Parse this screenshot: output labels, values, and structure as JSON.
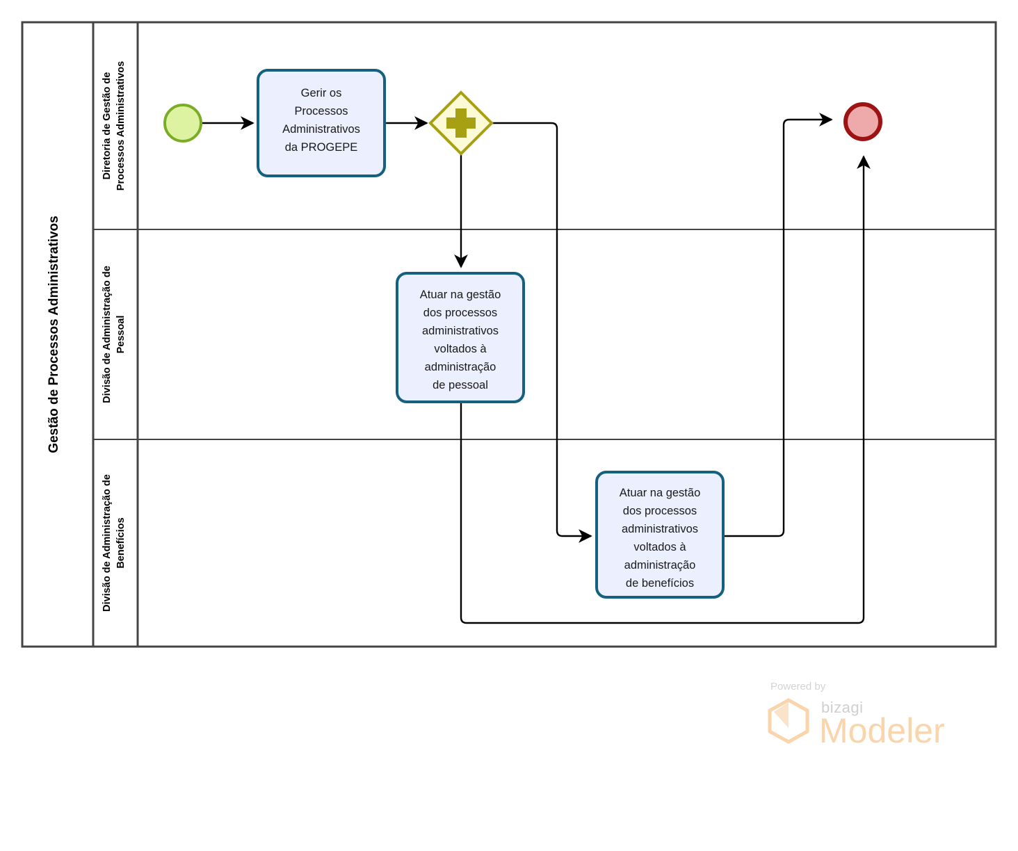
{
  "diagram": {
    "type": "bpmn-process-diagram",
    "pool": {
      "title": "Gestão de Processos Administrativos"
    },
    "lanes": [
      {
        "id": "lane-diretoria",
        "label": "Diretoria de Gestão de Processos Administrativos"
      },
      {
        "id": "lane-pessoal",
        "label": "Divisão de Administração de Pessoal"
      },
      {
        "id": "lane-beneficios",
        "label": "Divisão de Administração de Benefícios"
      }
    ],
    "events": [
      {
        "id": "start-event",
        "kind": "start-event",
        "lane": "lane-diretoria",
        "fill": "#ddf3a2",
        "stroke": "#7aac26"
      },
      {
        "id": "end-event",
        "kind": "end-event",
        "lane": "lane-diretoria",
        "fill": "#eeaaaa",
        "stroke": "#9d1212"
      }
    ],
    "gateways": [
      {
        "id": "parallel-gateway",
        "kind": "parallel-gateway",
        "lane": "lane-diretoria",
        "symbol": "plus",
        "fill": "#fdfbd5",
        "stroke": "#a8a013"
      }
    ],
    "tasks": [
      {
        "id": "task-gerir-processos",
        "lane": "lane-diretoria",
        "lines": [
          "Gerir os",
          "Processos",
          "Administrativos",
          "da PROGEPE"
        ],
        "text": "Gerir os Processos Administrativos da PROGEPE"
      },
      {
        "id": "task-gestao-pessoal",
        "lane": "lane-pessoal",
        "lines": [
          "Atuar na gestão",
          "dos processos",
          "administrativos",
          "voltados à",
          "administração",
          "de pessoal"
        ],
        "text": "Atuar na gestão dos processos administrativos voltados à administração de pessoal"
      },
      {
        "id": "task-gestao-beneficios",
        "lane": "lane-beneficios",
        "lines": [
          "Atuar na gestão",
          "dos processos",
          "administrativos",
          "voltados à",
          "administração",
          "de benefícios"
        ],
        "text": "Atuar na gestão dos processos administrativos voltados à administração de benefícios"
      }
    ],
    "flows": [
      {
        "id": "flow-start-to-gerir",
        "from": "start-event",
        "to": "task-gerir-processos"
      },
      {
        "id": "flow-gerir-to-gateway",
        "from": "task-gerir-processos",
        "to": "parallel-gateway"
      },
      {
        "id": "flow-gateway-to-pessoal",
        "from": "parallel-gateway",
        "to": "task-gestao-pessoal"
      },
      {
        "id": "flow-gateway-to-beneficios",
        "from": "parallel-gateway",
        "to": "task-gestao-beneficios"
      },
      {
        "id": "flow-beneficios-to-end",
        "from": "task-gestao-beneficios",
        "to": "end-event"
      },
      {
        "id": "flow-pessoal-to-end",
        "from": "task-gestao-pessoal",
        "to": "end-event"
      }
    ],
    "colors": {
      "task_fill": "#eceffd",
      "task_stroke": "#15607f",
      "start_fill": "#ddf3a2",
      "start_stroke": "#7aac26",
      "end_fill": "#eeaaaa",
      "end_stroke": "#9d1212",
      "gateway_fill": "#fdfbd5",
      "gateway_stroke": "#a8a013",
      "pool_stroke": "#444444",
      "flow_stroke": "#000000"
    }
  },
  "watermark": {
    "powered_by": "Powered by",
    "brand": "bizagi",
    "product": "Modeler"
  }
}
